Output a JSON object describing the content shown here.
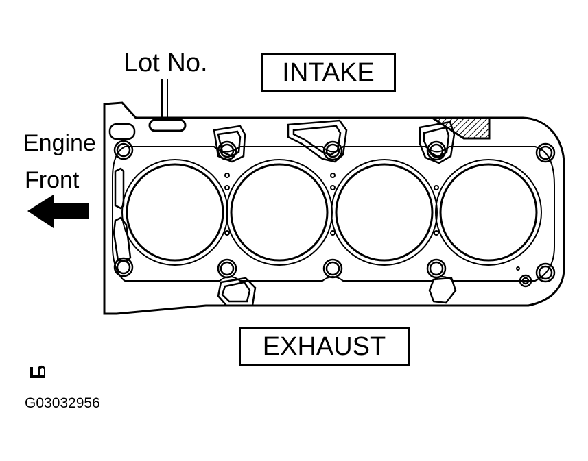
{
  "labels": {
    "lot_no": "Lot No.",
    "intake": "INTAKE",
    "exhaust": "EXHAUST",
    "engine": "Engine",
    "front": "Front"
  },
  "figure_code": "G03032956",
  "icons": {
    "direction": "arrow-left-icon",
    "document": "scroll-note-icon"
  },
  "colors": {
    "line": "#000000",
    "background": "#ffffff"
  }
}
